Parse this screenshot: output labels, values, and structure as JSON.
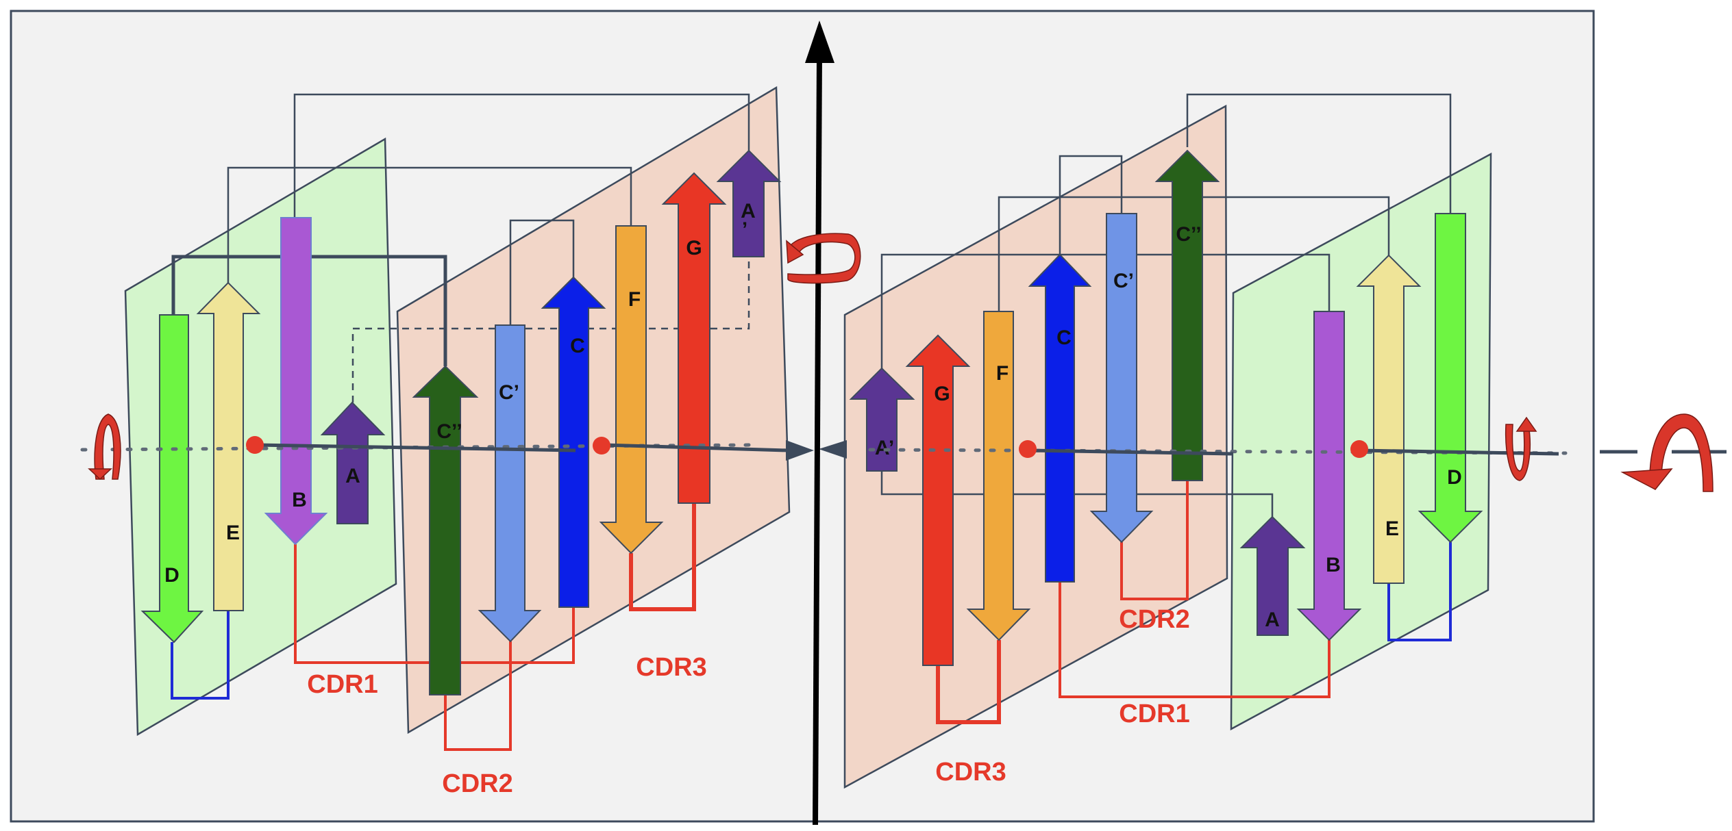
{
  "colors": {
    "frame_bg": "#f2f2f2",
    "frame_border": "#3d4a5c",
    "sheet_green": "#d4f5cc",
    "sheet_peach": "#f2d6c8",
    "sheet_border": "#3d4a5c",
    "loop_gray": "#3d4a5c",
    "loop_red": "#e5392a",
    "loop_blue": "#1f2bd6",
    "axis_black": "#000000",
    "dot_red": "#e5392a",
    "rotation_red": "#d9362a",
    "strand_D": "#6ef542",
    "strand_E": "#efe498",
    "strand_B": "#a958d3",
    "strand_A": "#5a3593",
    "strand_Cpp": "#27601a",
    "strand_Cp": "#6f94e6",
    "strand_C": "#0b1fe8",
    "strand_F": "#efa83c",
    "strand_G": "#e83625"
  },
  "left_domain": {
    "strands": {
      "D": "D",
      "E": "E",
      "B": "B",
      "A": "A",
      "Cpp": "C’’",
      "Cp": "C’",
      "C": "C",
      "F": "F",
      "G": "G",
      "Aprime_top": "A",
      "Aprime_bottom": "’"
    },
    "cdrs": {
      "cdr1": "CDR1",
      "cdr2": "CDR2",
      "cdr3": "CDR3"
    }
  },
  "right_domain": {
    "strands": {
      "Aprime": "A’",
      "G": "G",
      "F": "F",
      "C": "C",
      "Cp": "C’",
      "Cpp": "C’’",
      "A": "A",
      "B": "B",
      "E": "E",
      "D": "D"
    },
    "cdrs": {
      "cdr2": "CDR2",
      "cdr1": "CDR1",
      "cdr3": "CDR3"
    }
  }
}
